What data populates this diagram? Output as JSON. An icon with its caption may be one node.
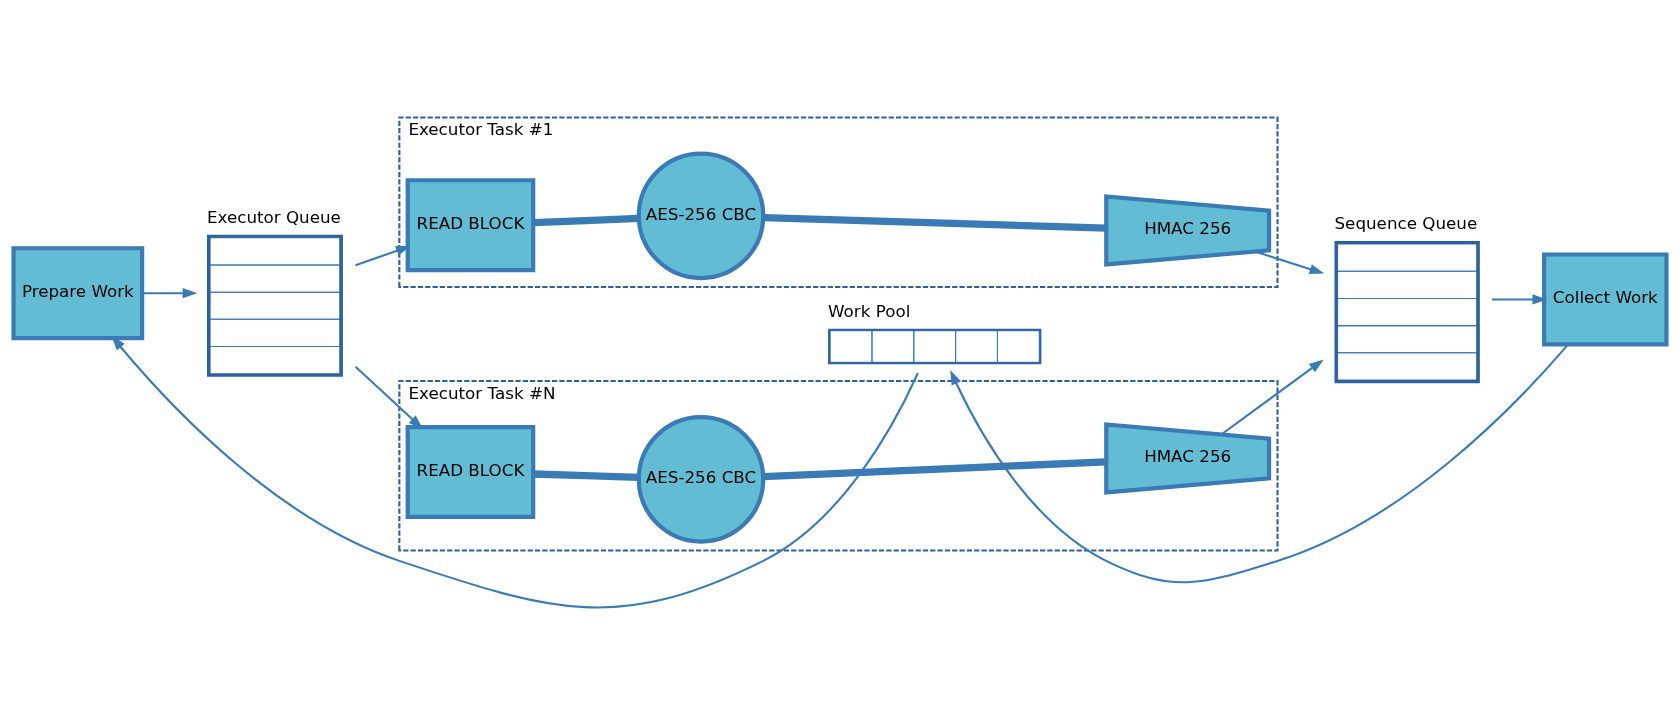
{
  "diagram": {
    "nodes": [
      {
        "text": [
          "Prepare Work"
        ]
      },
      {
        "text": [
          "Executor Queue"
        ]
      },
      {
        "text": [
          "Executor Task #1"
        ]
      },
      {
        "text": [
          "READ BLOCK"
        ],
        "in": 2
      },
      {
        "text": [
          "AES-256 CBC"
        ],
        "in": 2
      },
      {
        "text": [
          "HMAC 256"
        ],
        "in": 2
      },
      {
        "text": [
          "Executor Task #N"
        ]
      },
      {
        "text": [
          "READ BLOCK"
        ],
        "in": 6
      },
      {
        "text": [
          "AES-256 CBC"
        ],
        "in": 6
      },
      {
        "text": [
          "HMAC 256"
        ],
        "in": 6
      },
      {
        "text": [
          "Sequence Queue"
        ]
      },
      {
        "text": [
          "Collect Work"
        ]
      },
      {
        "text": [
          "Work Pool"
        ]
      }
    ],
    "edges": [
      {
        "from": 0,
        "to": 1,
        "arrow": "to"
      },
      {
        "from": 1,
        "to": 3,
        "arrow": "to"
      },
      {
        "from": 1,
        "to": 7,
        "arrow": "to"
      },
      {
        "from": 3,
        "to": 4,
        "arrow": "none",
        "style": "thick"
      },
      {
        "from": 4,
        "to": 5,
        "arrow": "none",
        "style": "thick"
      },
      {
        "from": 7,
        "to": 8,
        "arrow": "none",
        "style": "thick"
      },
      {
        "from": 8,
        "to": 9,
        "arrow": "none",
        "style": "thick"
      },
      {
        "from": 5,
        "to": 10,
        "arrow": "to"
      },
      {
        "from": 9,
        "to": 10,
        "arrow": "to"
      },
      {
        "from": 10,
        "to": 11,
        "arrow": "to"
      },
      {
        "from": 11,
        "to": 12,
        "arrow": "to"
      },
      {
        "from": 12,
        "to": 0,
        "arrow": "to"
      }
    ]
  }
}
